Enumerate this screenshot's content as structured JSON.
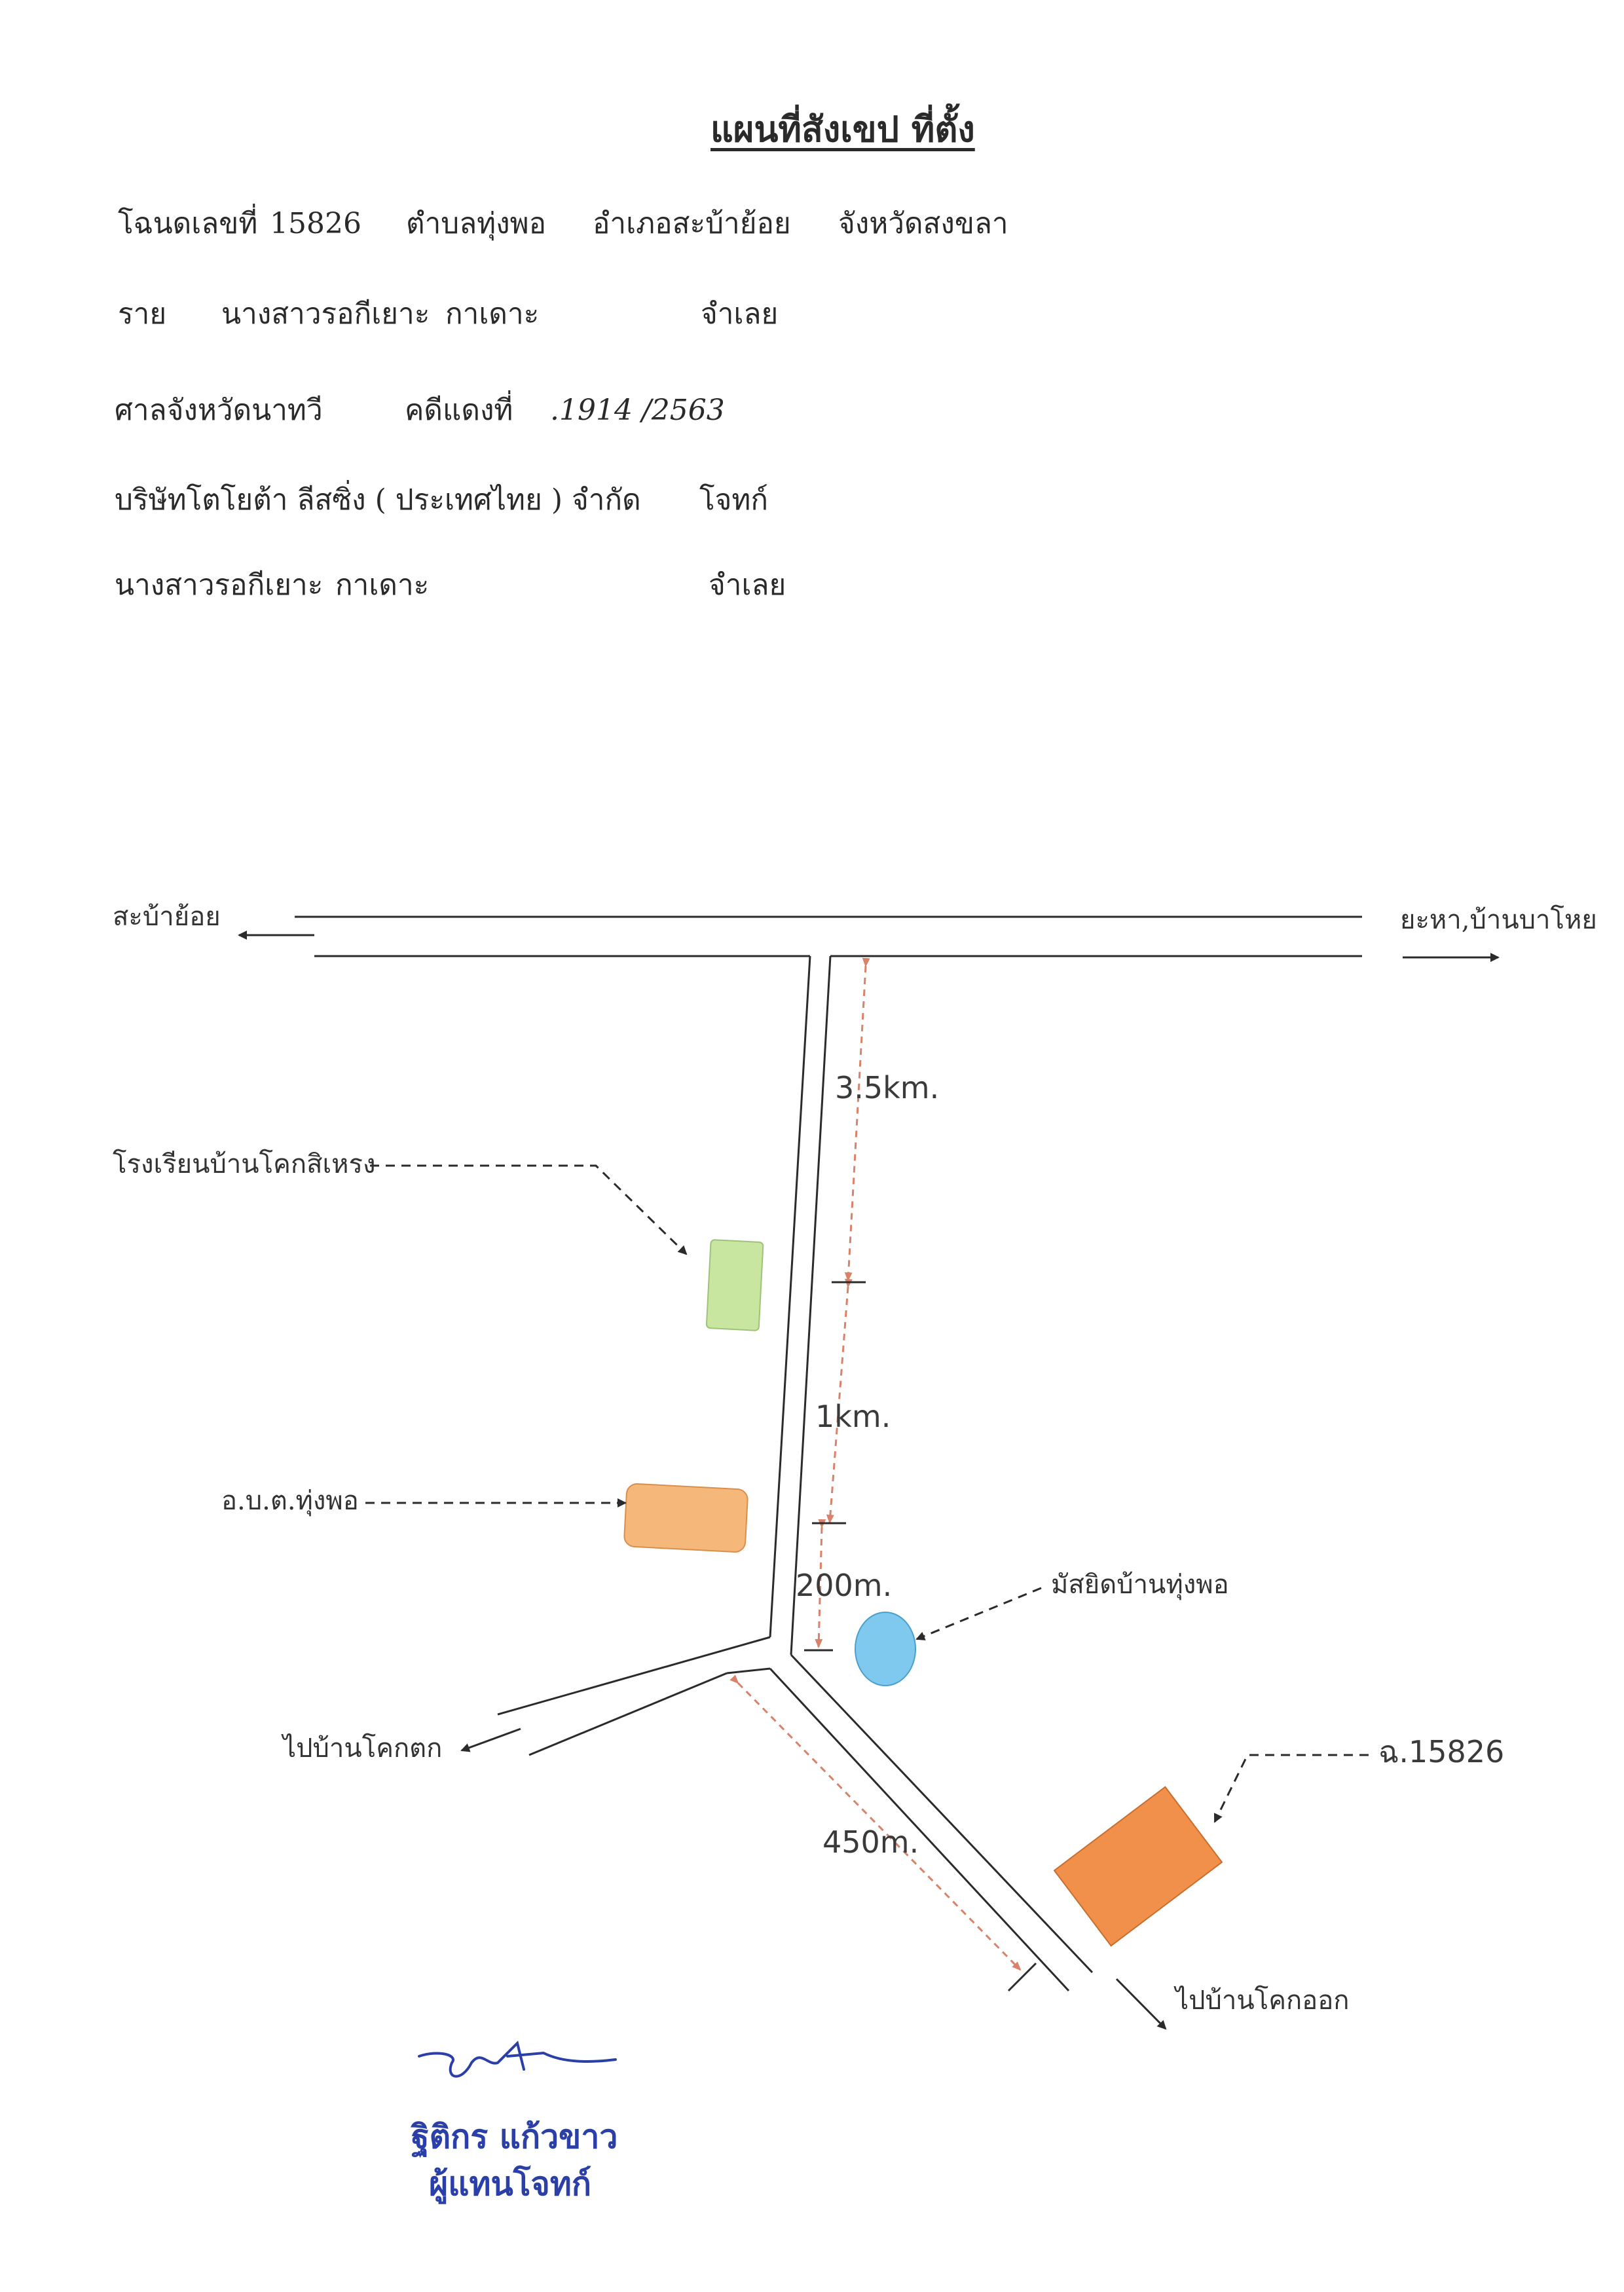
{
  "header": {
    "title": "แผนที่สังเขป ที่ตั้ง"
  },
  "deed": {
    "prefix": "โฉนดเลขที่",
    "number": "15826",
    "subdistrict": "ตำบลทุ่งพอ",
    "district": "อำเภอสะบ้าย้อย",
    "province": "จังหวัดสงขลา"
  },
  "owner": {
    "label": "ราย",
    "name": "นางสาวรอกีเยาะ",
    "surname": "กาเดาะ",
    "role": "จำเลย"
  },
  "court": {
    "name": "ศาลจังหวัดนาทวี",
    "case_label": "คดีแดงที่",
    "case_number": ".1914 /2563"
  },
  "plaintiff": {
    "name": "บริษัทโตโยต้า ลีสซิ่ง ( ประเทศไทย ) จำกัด",
    "role": "โจทก์"
  },
  "defendant": {
    "name": "นางสาวรอกีเยาะ",
    "surname": "กาเดาะ",
    "role": "จำเลย"
  },
  "map": {
    "labels": {
      "to_saba_yoi": "สะบ้าย้อย",
      "to_yaha": "ยะหา,บ้านบาโหย",
      "school": "โรงเรียนบ้านโคกสิเหรง",
      "tao": "อ.บ.ต.ทุ่งพอ",
      "mosque": "มัสยิดบ้านทุ่งพอ",
      "to_khok_tok": "ไปบ้านโคกตก",
      "to_khok_ok": "ไปบ้านโคกออก",
      "plot": "ฉ.15826"
    },
    "distances": {
      "d1": "3.5km.",
      "d2": "1km.",
      "d3": "200m.",
      "d4": "450m."
    },
    "colors": {
      "road": "#2b2b2b",
      "measure": "#d9826a",
      "school": "#c8e6a0",
      "tao": "#f5b77a",
      "mosque": "#7fc8ee",
      "plot": "#f0904a"
    }
  },
  "signature": {
    "name": "ฐิติกร แก้วขาว",
    "role": "ผู้แทนโจทก์"
  }
}
